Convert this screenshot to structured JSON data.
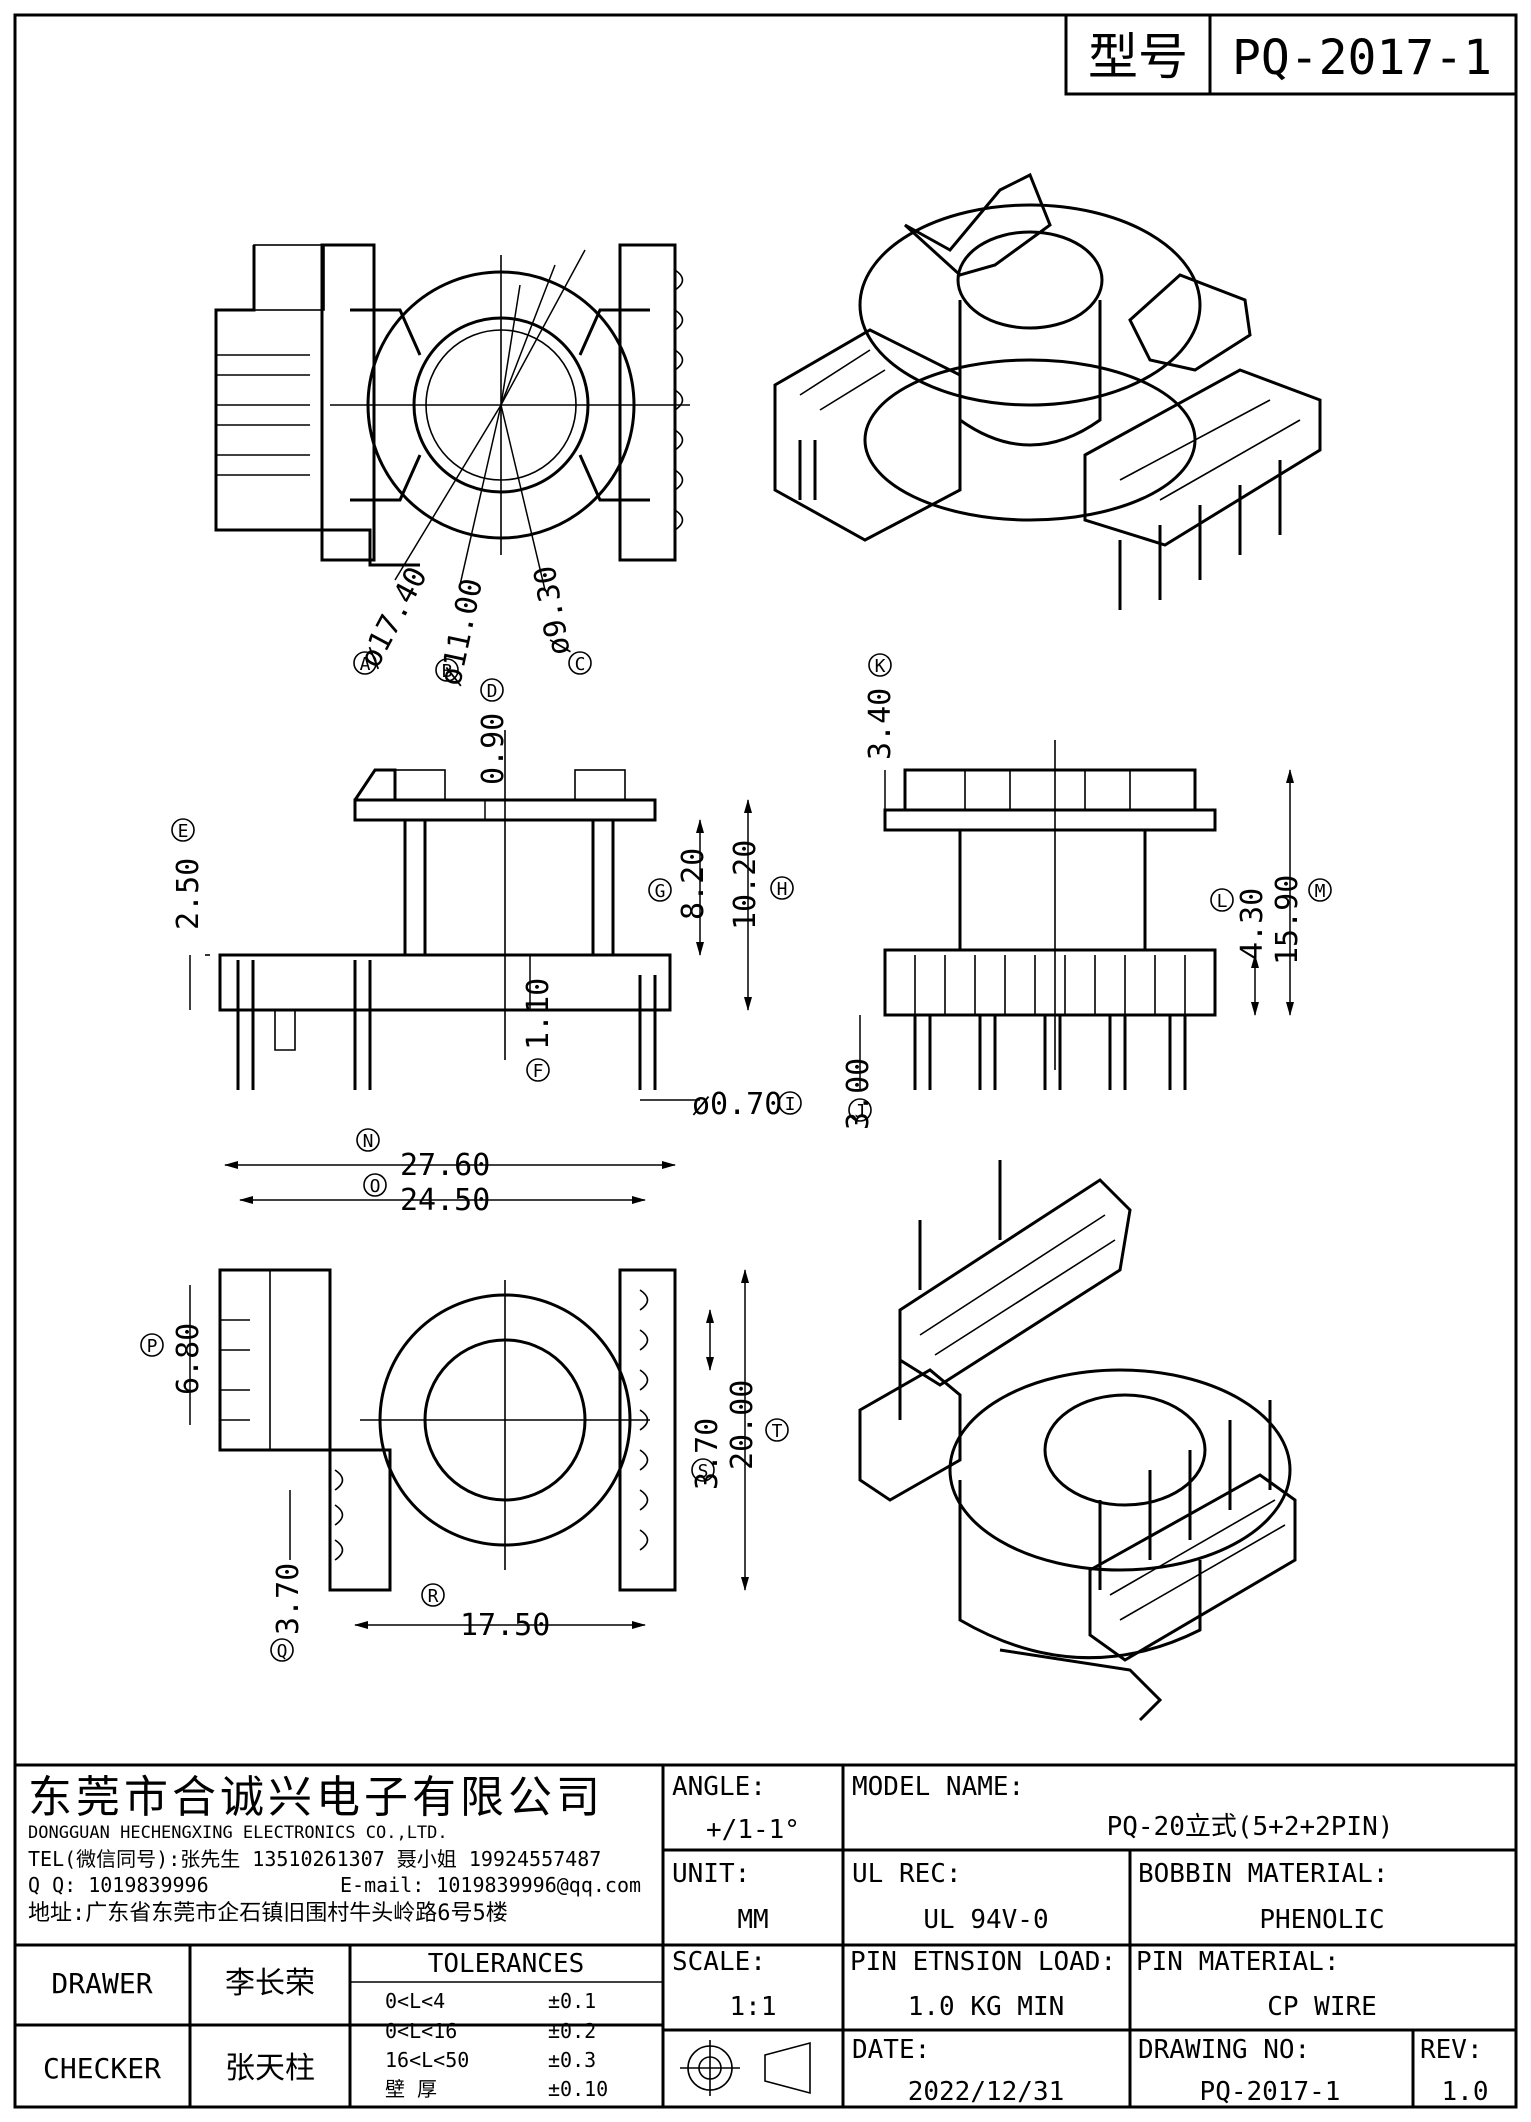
{
  "header": {
    "type_label": "型号",
    "model_code": "PQ-2017-1"
  },
  "dimensions": {
    "A": {
      "tag": "A",
      "value": "ø17.40"
    },
    "B": {
      "tag": "B",
      "value": "ø11.00"
    },
    "C": {
      "tag": "C",
      "value": "ø9.30"
    },
    "D": {
      "tag": "D",
      "value": "0.90"
    },
    "E": {
      "tag": "E",
      "value": "2.50"
    },
    "F": {
      "tag": "F",
      "value": "1.10"
    },
    "G": {
      "tag": "G",
      "value": "8.20"
    },
    "H": {
      "tag": "H",
      "value": "10.20"
    },
    "I": {
      "tag": "I",
      "value": "ø0.70"
    },
    "J": {
      "tag": "J",
      "value": "3.00"
    },
    "K": {
      "tag": "K",
      "value": "3.40"
    },
    "L": {
      "tag": "L",
      "value": "4.30"
    },
    "M": {
      "tag": "M",
      "value": "15.90"
    },
    "N": {
      "tag": "N",
      "value": "27.60"
    },
    "O": {
      "tag": "O",
      "value": "24.50"
    },
    "P": {
      "tag": "P",
      "value": "6.80"
    },
    "Q": {
      "tag": "Q",
      "value": "3.70"
    },
    "R": {
      "tag": "R",
      "value": "17.50"
    },
    "S": {
      "tag": "S",
      "value": "3.70"
    },
    "T": {
      "tag": "T",
      "value": "20.00"
    }
  },
  "company": {
    "name_cn": "东莞市合诚兴电子有限公司",
    "name_en": "DONGGUAN HECHENGXING ELECTRONICS CO.,LTD.",
    "tel": "TEL(微信同号):张先生 13510261307 聂小姐 19924557487",
    "qq": "Q Q: 1019839996",
    "email": "E-mail: 1019839996@qq.com",
    "address": "地址:广东省东莞市企石镇旧围村牛头岭路6号5楼"
  },
  "title_block": {
    "angle_label": "ANGLE:",
    "angle_value": "+/1-1°",
    "model_name_label": "MODEL NAME:",
    "model_name_value": "PQ-20立式(5+2+2PIN)",
    "unit_label": "UNIT:",
    "unit_value": "MM",
    "ul_rec_label": "UL REC:",
    "ul_rec_value": "UL 94V-0",
    "bobbin_material_label": "BOBBIN MATERIAL:",
    "bobbin_material_value": "PHENOLIC",
    "scale_label": "SCALE:",
    "scale_value": "1:1",
    "pin_tension_label": "PIN ETNSION LOAD:",
    "pin_tension_value": "1.0 KG MIN",
    "pin_material_label": "PIN MATERIAL:",
    "pin_material_value": "CP WIRE",
    "date_label": "DATE:",
    "date_value": "2022/12/31",
    "drawing_no_label": "DRAWING NO:",
    "drawing_no_value": "PQ-2017-1",
    "rev_label": "REV:",
    "rev_value": "1.0",
    "drawer_label": "DRAWER",
    "drawer_name": "李长荣",
    "checker_label": "CHECKER",
    "checker_name": "张天柱",
    "tolerances_label": "TOLERANCES",
    "tolerances": [
      {
        "range": "0<L<4",
        "value": "±0.1"
      },
      {
        "range": "0<L<16",
        "value": "±0.2"
      },
      {
        "range": "16<L<50",
        "value": "±0.3"
      },
      {
        "range": "壁    厚",
        "value": "±0.10"
      }
    ]
  }
}
